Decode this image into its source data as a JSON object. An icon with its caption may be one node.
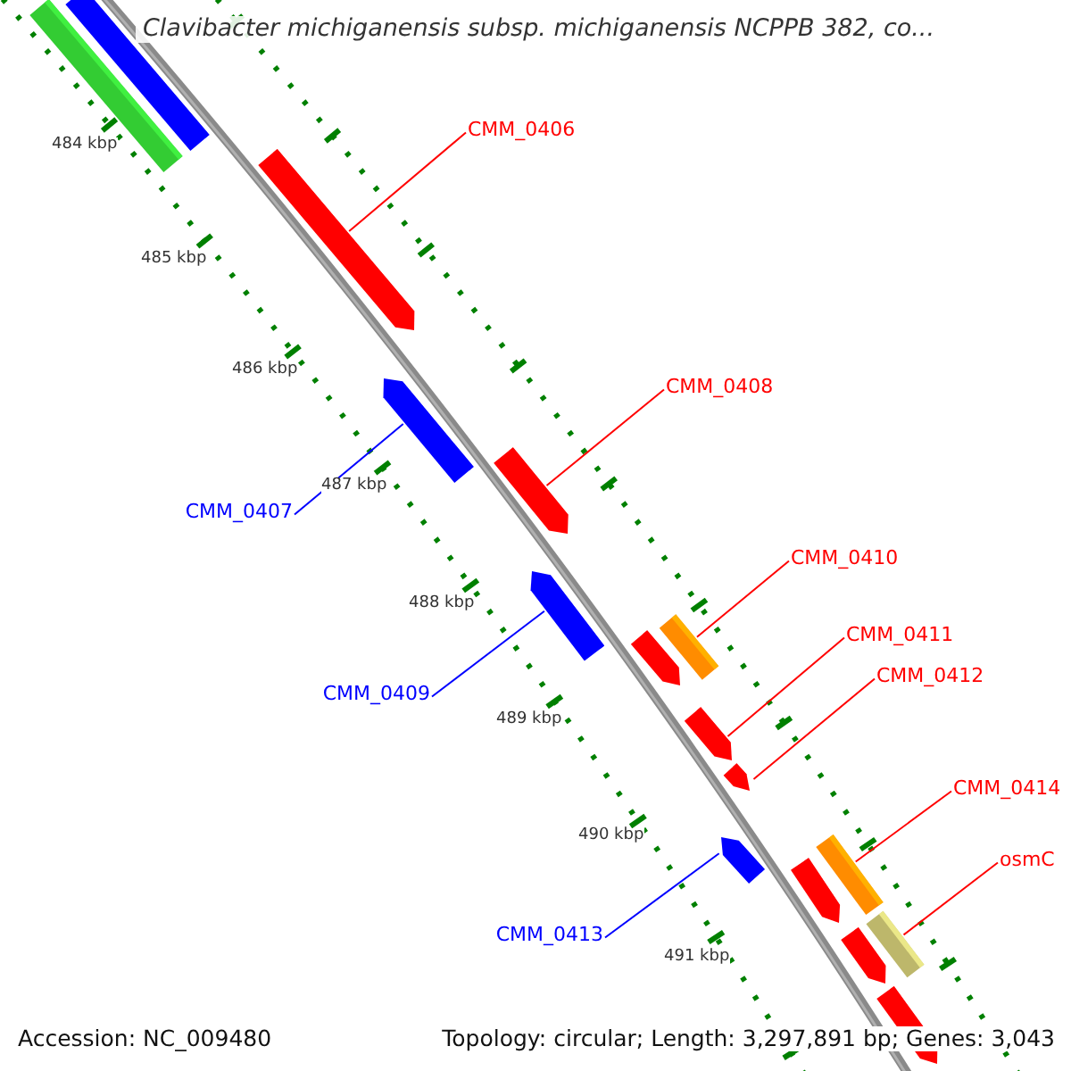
{
  "diagram": {
    "title": "Clavibacter michiganensis subsp. michiganensis NCPPB 382, co...",
    "nodes": [
      {
        "text": [],
        "shape": "bar"
      },
      {
        "text": [],
        "shape": "bar"
      },
      {
        "text": [
          "CMM_0406"
        ]
      },
      {
        "text": [],
        "shape": "bar"
      },
      {
        "text": [],
        "shape": "bar"
      },
      {
        "text": [
          "CMM_0408"
        ]
      },
      {
        "text": [],
        "shape": "bar"
      },
      {
        "text": [
          "CMM_0407"
        ]
      },
      {
        "text": [
          "CMM_0410"
        ]
      },
      {
        "text": [],
        "shape": "bar"
      },
      {
        "text": [],
        "shape": "bar"
      },
      {
        "text": [],
        "shape": "bar"
      },
      {
        "text": [
          "CMM_0411"
        ]
      },
      {
        "text": [
          "CMM_0412"
        ]
      },
      {
        "text": [
          "CMM_0409"
        ]
      },
      {
        "text": [],
        "shape": "bar"
      },
      {
        "text": [],
        "shape": "bar"
      },
      {
        "text": [
          "CMM_0414"
        ]
      },
      {
        "text": [],
        "shape": "bar"
      },
      {
        "text": [],
        "shape": "bar"
      },
      {
        "text": [],
        "shape": "bar"
      },
      {
        "text": [
          "osmC"
        ]
      },
      {
        "text": [
          "CMM_0413"
        ]
      },
      {
        "text": [],
        "shape": "bar"
      },
      {
        "text": [],
        "shape": "bar"
      },
      {
        "text": [],
        "shape": "bar"
      }
    ],
    "edges": [
      {
        "from": 2,
        "to": 3,
        "arrow": "none"
      },
      {
        "from": 7,
        "to": 4,
        "arrow": "none",
        "color": "#0000ff"
      },
      {
        "from": 5,
        "to": 6,
        "arrow": "none"
      },
      {
        "from": 14,
        "to": 9,
        "arrow": "none",
        "color": "#0000ff"
      },
      {
        "from": 8,
        "to": 10,
        "arrow": "none"
      },
      {
        "from": 12,
        "to": 15,
        "arrow": "none"
      },
      {
        "from": 13,
        "to": 16,
        "arrow": "none"
      },
      {
        "from": 22,
        "to": 18,
        "arrow": "none",
        "color": "#0000ff"
      },
      {
        "from": 17,
        "to": 19,
        "arrow": "none"
      },
      {
        "from": 21,
        "to": 23,
        "arrow": "none"
      }
    ],
    "labels": [
      "484 kbp",
      "485 kbp",
      "486 kbp",
      "487 kbp",
      "488 kbp",
      "489 kbp",
      "490 kbp",
      "491 kbp",
      "Accession: NC_009480",
      "Topology: circular; Length: 3,297,891 bp; Genes: 3,043"
    ]
  }
}
